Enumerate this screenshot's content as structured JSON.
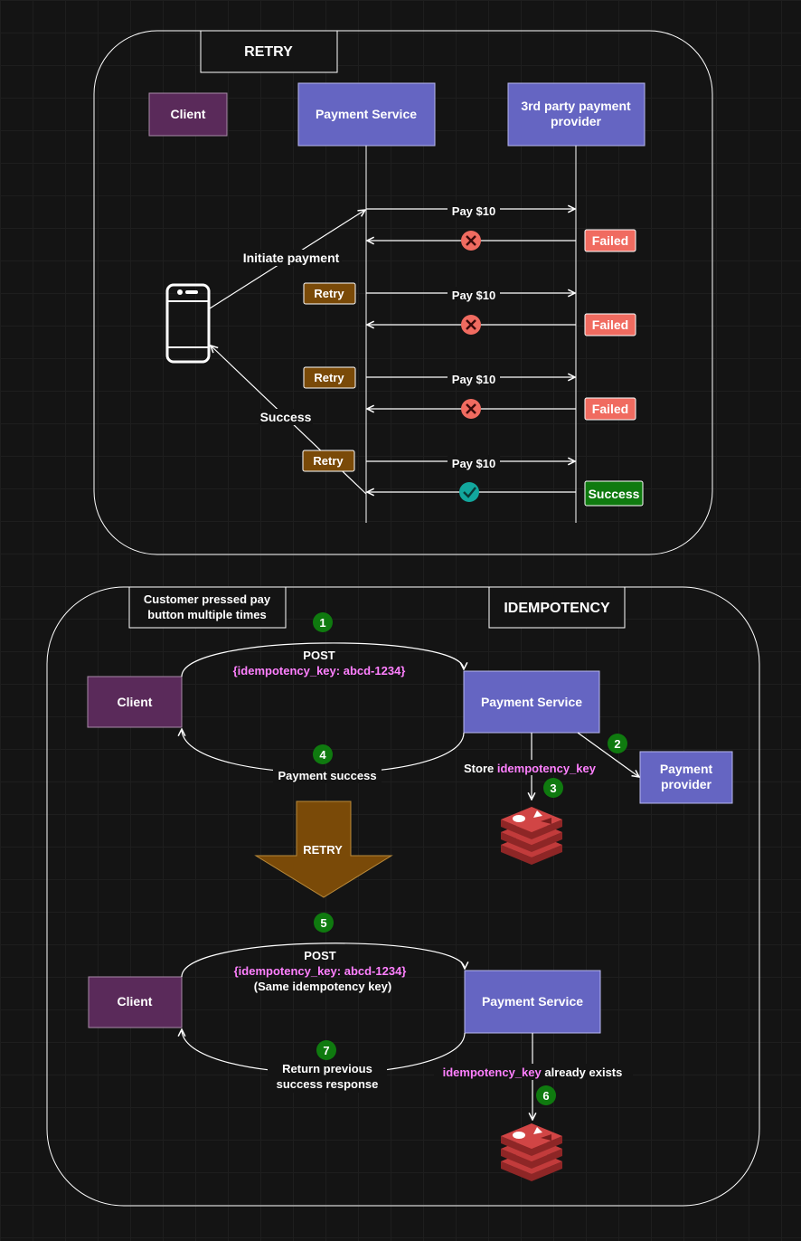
{
  "colors": {
    "background": "#141414",
    "client": "#5a2a5a",
    "service": "#6565c2",
    "failed": "#f06b60",
    "success": "#0f7a0f",
    "retry": "#7a4a08",
    "key": "#ff80ff",
    "step": "#0f7a0f",
    "redis": "#b83a3a",
    "check": "#12a79d"
  },
  "retry": {
    "title": "RETRY",
    "client": "Client",
    "payment_service": "Payment Service",
    "provider_line1": "3rd party payment",
    "provider_line2": "provider",
    "initiate": "Initiate payment",
    "success_label": "Success",
    "pay": "Pay $10",
    "retry_btn": "Retry",
    "failed": "Failed",
    "success_badge": "Success",
    "phone_icon": "smartphone-icon",
    "error_icon": "error-x-icon",
    "check_icon": "check-circle-icon"
  },
  "idempotency": {
    "title": "IDEMPOTENCY",
    "note_line1": "Customer pressed pay",
    "note_line2": "button multiple times",
    "client": "Client",
    "payment_service": "Payment Service",
    "post": "POST",
    "key_json": "{idempotency_key: abcd-1234}",
    "payment_success": "Payment success",
    "store": "Store",
    "key_name": "idempotency_key",
    "provider_line1": "Payment",
    "provider_line2": "provider",
    "retry_arrow": "RETRY",
    "same_key": "(Same idempotency key)",
    "return_line1": "Return previous",
    "return_line2": "success response",
    "already_exists": "already exists",
    "steps": [
      "1",
      "2",
      "3",
      "4",
      "5",
      "6",
      "7"
    ],
    "redis_icon": "redis-icon"
  }
}
